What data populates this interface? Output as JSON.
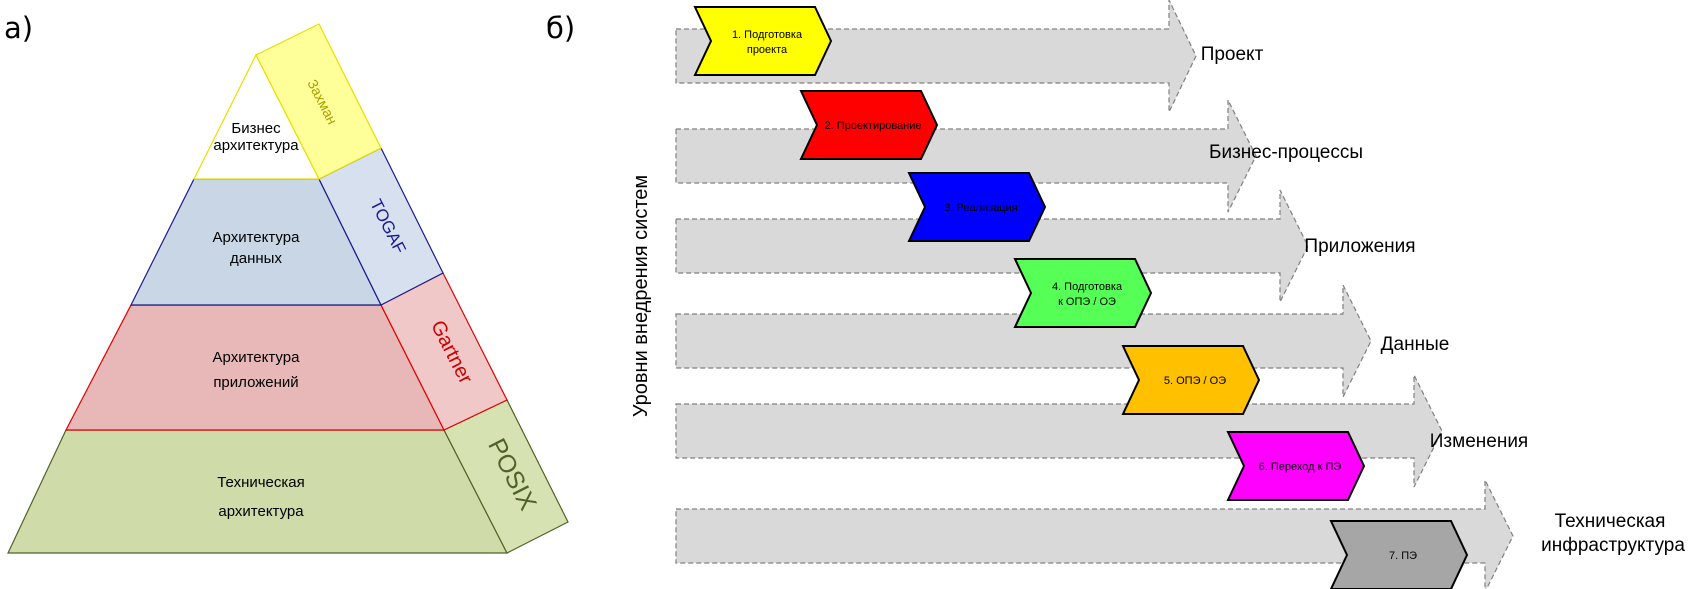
{
  "panel_a": {
    "label": "а)",
    "layers": [
      {
        "front": "Бизнес архитектура",
        "side": "Захман",
        "front_color": "#ffffff",
        "side_color": "#ffff99",
        "side_text_color": "#a8a000",
        "line_color": "#e6e000"
      },
      {
        "front": "Архитектура данных",
        "side": "TOGAF",
        "front_color": "#c8d6e6",
        "side_color": "#d7e0ee",
        "side_text_color": "#1a1a8c",
        "line_color": "#1a1a8c"
      },
      {
        "front": "Архитектура приложений",
        "side": "Gartner",
        "front_color": "#e8b8b8",
        "side_color": "#f0c8c8",
        "side_text_color": "#cc0000",
        "line_color": "#e00000"
      },
      {
        "front": "Техническая архитектура",
        "side": "POSIX",
        "front_color": "#cfdcaa",
        "side_color": "#d6e2b2",
        "side_text_color": "#4f6228",
        "line_color": "#4f6228"
      }
    ]
  },
  "panel_b": {
    "label": "б)",
    "axis_label": "Уровни внедрения систем",
    "levels": [
      {
        "name": "Проект"
      },
      {
        "name": "Бизнес-процессы"
      },
      {
        "name": "Приложения"
      },
      {
        "name": "Данные"
      },
      {
        "name": "Изменения"
      },
      {
        "name": "Техническая инфраструктура"
      }
    ],
    "steps": [
      {
        "label": "1. Подготовка проекта",
        "color": "#ffff00",
        "text_color": "#000000"
      },
      {
        "label": "2. Проектирование",
        "color": "#ff0000",
        "text_color": "#000000"
      },
      {
        "label": "3. Реализация",
        "color": "#0000ff",
        "text_color": "#000000"
      },
      {
        "label": "4. Подготовка к ОПЭ / ОЭ",
        "color": "#55ff55",
        "text_color": "#000000"
      },
      {
        "label": "5. ОПЭ / ОЭ",
        "color": "#ffc000",
        "text_color": "#000000"
      },
      {
        "label": "6. Переход к ПЭ",
        "color": "#ff00ff",
        "text_color": "#000000"
      },
      {
        "label": "7. ПЭ",
        "color": "#a6a6a6",
        "text_color": "#000000"
      }
    ]
  }
}
